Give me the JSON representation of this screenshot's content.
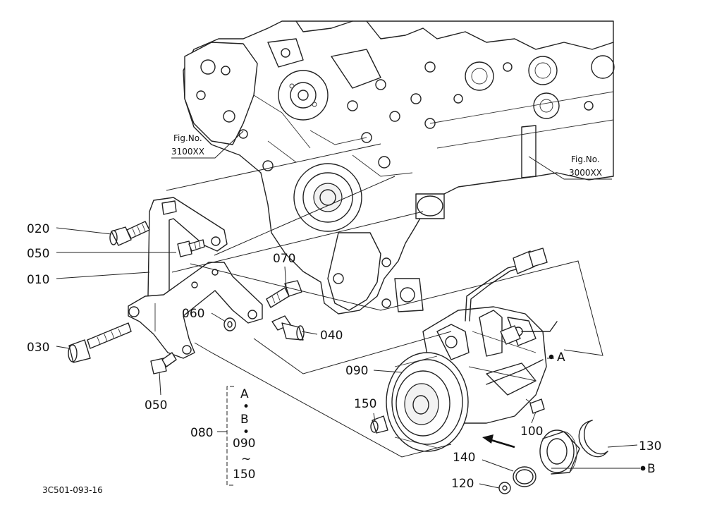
{
  "labels": {
    "fig_3100_line1": "Fig.No.",
    "fig_3100_line2": "3100XX",
    "fig_3000_line1": "Fig.No.",
    "fig_3000_line2": "3000XX",
    "p020": "020",
    "p050_top": "050",
    "p010": "010",
    "p030": "030",
    "p050_bottom": "050",
    "p070": "070",
    "p060": "060",
    "p040": "040",
    "p090": "090",
    "p150": "150",
    "p100": "100",
    "p080": "080",
    "p140": "140",
    "p120": "120",
    "p130": "130",
    "marker_a": "A",
    "marker_b": "B"
  },
  "kit_list": {
    "a": "A",
    "dot1": "•",
    "b": "B",
    "dot2": "•",
    "from": "090",
    "tilde": "~",
    "to": "150"
  },
  "drawing_code": "3C501-093-16"
}
